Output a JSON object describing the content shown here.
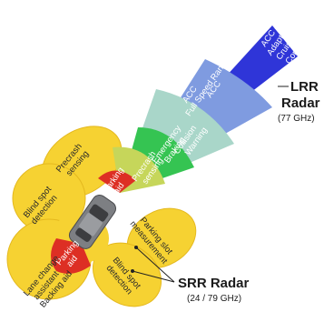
{
  "colors": {
    "acc_adaptive": "#2f35d8",
    "acc": "#7f9be0",
    "full_speed": "#a9d6c9",
    "emergency": "#35c452",
    "precrash_front": "#c6d65a",
    "srr_lobe": "#f6d232",
    "parking_red": "#dd2f24",
    "car": "#7d7f83"
  },
  "beams": {
    "acc_adaptive": [
      "ACC –",
      "Adaptive",
      "Cruise",
      "Control"
    ],
    "acc": "ACC",
    "full_speed": [
      "ACC",
      "Full Speed Range"
    ],
    "collision": [
      "Collision",
      "Warning"
    ],
    "emergency": [
      "Emergency",
      "Braking"
    ],
    "precrash_front": [
      "Precrash",
      "sensing"
    ],
    "parking_front": [
      "Parking",
      "aid"
    ]
  },
  "lobes": {
    "precrash_left": [
      "Precrash",
      "sensing"
    ],
    "blind_spot_left": [
      "Blind spot",
      "detection"
    ],
    "parking_rear": [
      "Parking",
      "aid"
    ],
    "lane_change": [
      "Lane change",
      "assistant",
      "Backing aid"
    ],
    "parking_slot": [
      "Parking slot",
      "measurement"
    ],
    "blind_spot_right": [
      "Blind spot",
      "detection"
    ]
  },
  "lrr": {
    "name": "LRR",
    "type": "Radar",
    "freq": "(77 GHz)"
  },
  "srr": {
    "name": "SRR Radar",
    "freq": "(24 / 79 GHz)"
  }
}
